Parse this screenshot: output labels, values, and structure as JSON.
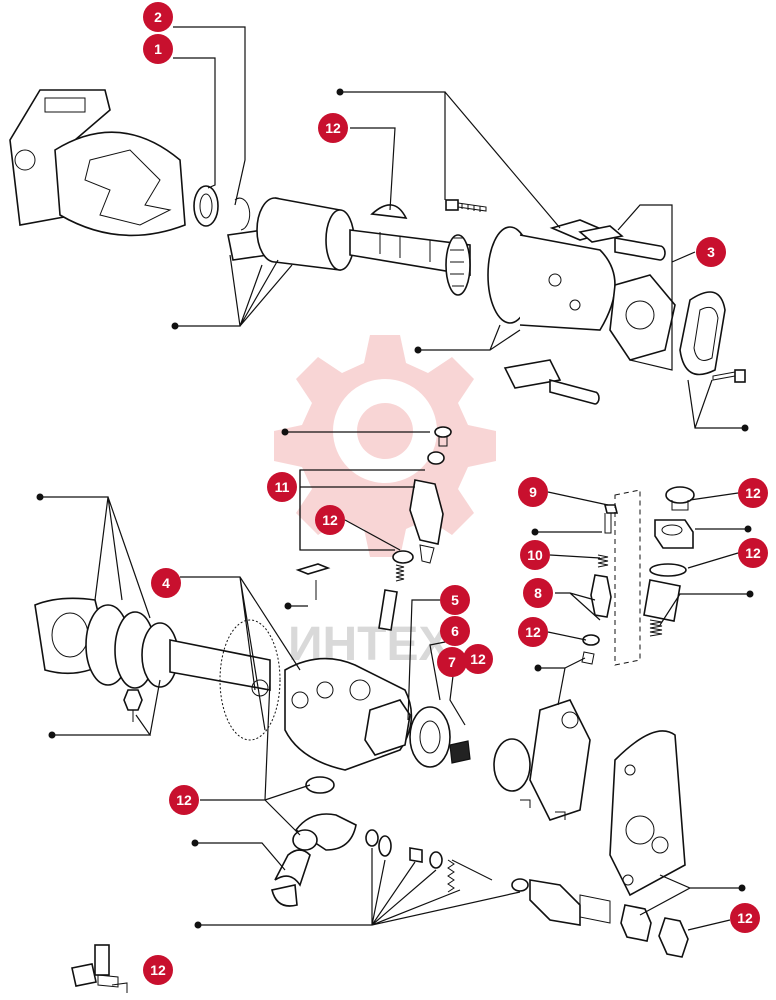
{
  "watermark": {
    "text": "ИНТЕХ",
    "color": "#e8a0a0"
  },
  "callout_color": "#c8102e",
  "callouts": [
    {
      "label": "2"
    },
    {
      "label": "1"
    },
    {
      "label": "12"
    },
    {
      "label": "3"
    },
    {
      "label": "11"
    },
    {
      "label": "12"
    },
    {
      "label": "9"
    },
    {
      "label": "12"
    },
    {
      "label": "10"
    },
    {
      "label": "12"
    },
    {
      "label": "8"
    },
    {
      "label": "4"
    },
    {
      "label": "5"
    },
    {
      "label": "6"
    },
    {
      "label": "12"
    },
    {
      "label": "7"
    },
    {
      "label": "12"
    },
    {
      "label": "12"
    },
    {
      "label": "12"
    },
    {
      "label": "12"
    }
  ]
}
